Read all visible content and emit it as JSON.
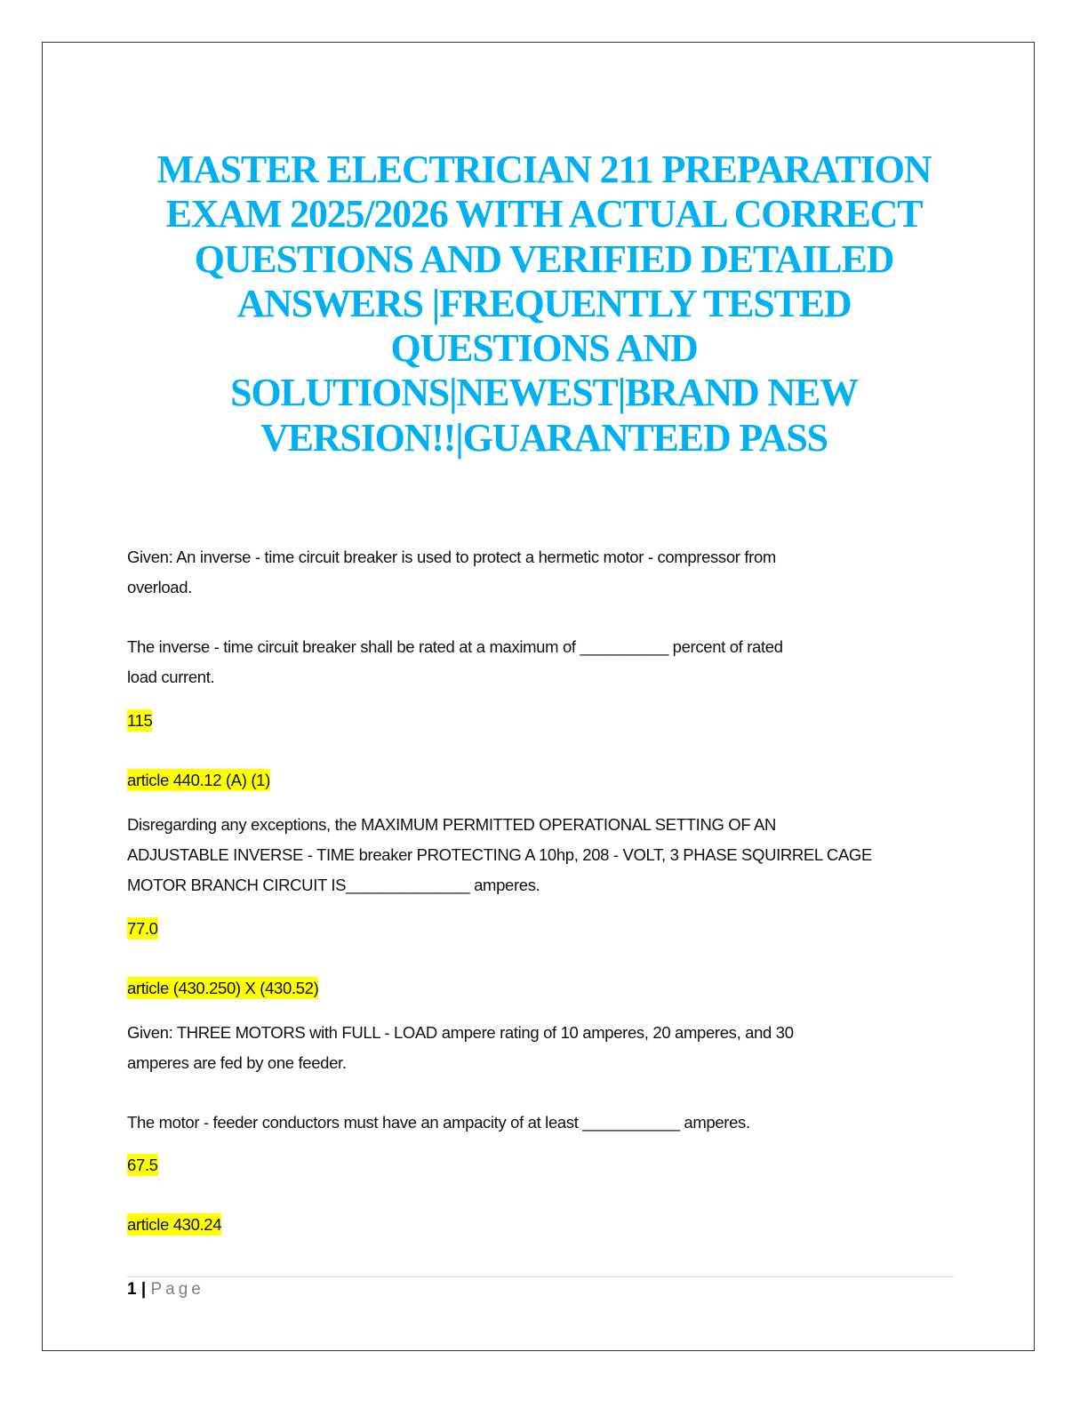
{
  "title_lines": [
    "MASTER ELECTRICIAN 211 PREPARATION",
    "EXAM  2025/2026 WITH ACTUAL CORRECT",
    "QUESTIONS AND VERIFIED DETAILED",
    "ANSWERS |FREQUENTLY TESTED",
    "QUESTIONS AND",
    "SOLUTIONS|NEWEST|BRAND NEW",
    "VERSION!!|GUARANTEED PASS"
  ],
  "q1": {
    "given": [
      "Given: An inverse - time circuit breaker is used to protect a hermetic motor - compressor from",
      "overload."
    ],
    "question": [
      "The inverse - time circuit breaker shall be rated at a maximum of __________ percent of rated",
      "load current."
    ],
    "answer": "115",
    "reference": "article 440.12 (A) (1)"
  },
  "q2": {
    "question": [
      "Disregarding any exceptions, the MAXIMUM PERMITTED OPERATIONAL SETTING OF AN",
      "ADJUSTABLE INVERSE - TIME breaker PROTECTING A 10hp, 208 - VOLT, 3 PHASE SQUIRREL CAGE",
      "MOTOR BRANCH CIRCUIT IS______________ amperes."
    ],
    "answer": "77.0",
    "reference": "article (430.250) X (430.52)"
  },
  "q3": {
    "given": [
      "Given: THREE MOTORS with FULL - LOAD ampere rating of 10 amperes, 20 amperes, and 30",
      "amperes are fed by one feeder."
    ],
    "question": [
      "The motor - feeder conductors must have an ampacity of at least ___________ amperes."
    ],
    "answer": "67.5",
    "reference": "article 430.24"
  },
  "footer": {
    "page_number": "1",
    "separator": "|",
    "page_label": "Page"
  },
  "colors": {
    "title": "#00b0f0",
    "highlight": "#ffff00"
  }
}
